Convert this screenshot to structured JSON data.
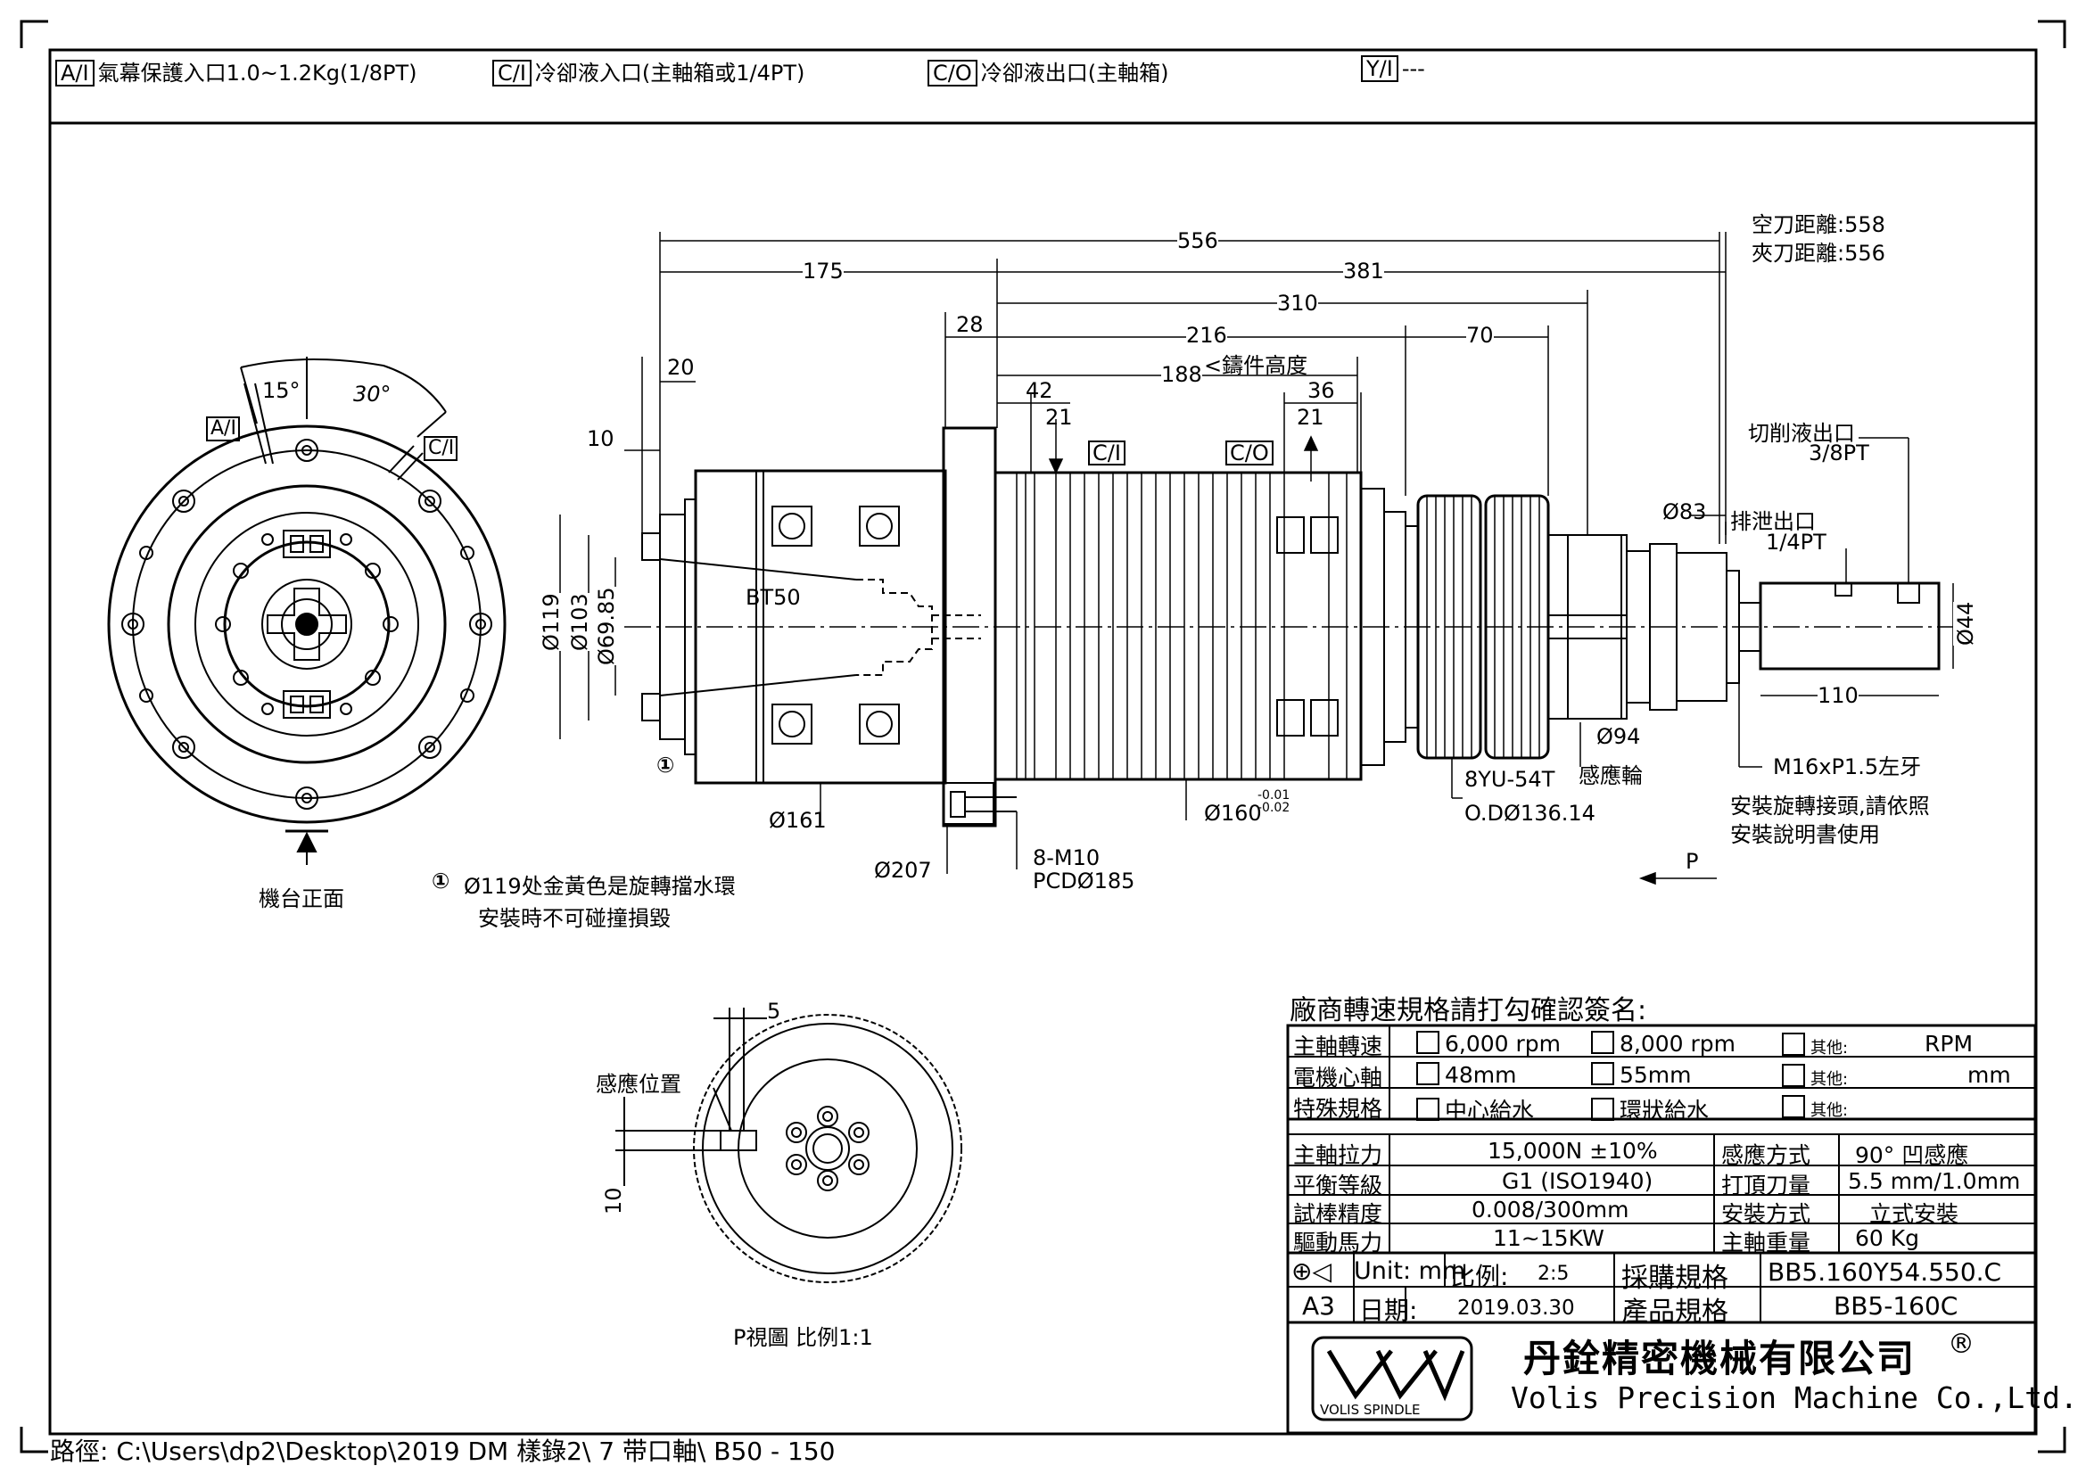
{
  "legend": [
    {
      "code": "A/I",
      "text": "氣幕保護入口1.0~1.2Kg(1/8PT)"
    },
    {
      "code": "C/I",
      "text": "冷卻液入口(主軸箱或1/4PT)"
    },
    {
      "code": "C/O",
      "text": "冷卻液出口(主軸箱)"
    },
    {
      "code": "Y/I",
      "text": "---"
    }
  ],
  "notes": {
    "empty_tool": "空刀距離:558",
    "clamp_tool": "夾刀距離:556",
    "cut_outlet_l1": "切削液出口",
    "cut_outlet_l2": "3/8PT",
    "drain_l1": "排泄出口",
    "drain_l2": "1/4PT",
    "casting_height": "<鑄件高度",
    "bt": "BT50",
    "m16": "M16xP1.5左牙",
    "install_l1": "安裝旋轉接頭,請依照",
    "install_l2": "安裝說明書使用",
    "pulley": "8YU-54T",
    "od": "O.DØ136.14",
    "sensor_wheel": "感應輪",
    "m10": "8-M10",
    "pcd": "PCDØ185",
    "front": "機台正面",
    "note1_l1": "Ø119处金黃色是旋轉擋水環",
    "note1_l2": "安裝時不可碰撞損毀",
    "sense_pos": "感應位置",
    "p_view": "P視圖 比例1:1",
    "p": "P",
    "circled_one": "①"
  },
  "dims": {
    "d556": "556",
    "d175": "175",
    "d381": "381",
    "d310": "310",
    "d28": "28",
    "d216": "216",
    "d70": "70",
    "d188": "188",
    "d20": "20",
    "d42": "42",
    "d36": "36",
    "d21a": "21",
    "d21b": "21",
    "d10": "10",
    "d83": "Ø83",
    "d119": "Ø119",
    "d103": "Ø103",
    "d6985": "Ø69.85",
    "d44": "Ø44",
    "d110": "110",
    "d94": "Ø94",
    "d161": "Ø161",
    "d160": "Ø160",
    "d160tol1": "-0.01",
    "d160tol2": "-0.02",
    "d207": "Ø207",
    "a15": "15°",
    "a30": "30°",
    "d5": "5",
    "d10b": "10",
    "lbl_ai": "A/I",
    "lbl_ci": "C/I",
    "lbl_ci2": "C/I",
    "lbl_co": "C/O"
  },
  "table": {
    "title": "廠商轉速規格請打勾確認簽名:",
    "rows1": [
      {
        "label": "主軸轉速",
        "opt1": "6,000 rpm",
        "opt2": "8,000 rpm",
        "other": "其他:",
        "unit": "RPM"
      },
      {
        "label": "電機心軸",
        "opt1": "48mm",
        "opt2": "55mm",
        "other": "其他:",
        "unit": "mm"
      },
      {
        "label": "特殊規格",
        "opt1": "中心給水",
        "opt2": "環狀給水",
        "other": "其他:",
        "unit": ""
      }
    ],
    "rows2": [
      {
        "l1": "主軸拉力",
        "v1": "15,000N ±10%",
        "l2": "感應方式",
        "v2": "90° 凹感應"
      },
      {
        "l1": "平衡等級",
        "v1": "G1  (ISO1940)",
        "l2": "打頂刀量",
        "v2": "5.5 mm/1.0mm"
      },
      {
        "l1": "試棒精度",
        "v1": "0.008/300mm",
        "l2": "安裝方式",
        "v2": "立式安裝"
      },
      {
        "l1": "驅動馬力",
        "v1": "11~15KW",
        "l2": "主軸重量",
        "v2": "60 Kg"
      }
    ],
    "unit_label": "Unit:  mm",
    "scale_label": "比例:",
    "scale_val": "2:5",
    "purchase_label": "採購規格",
    "purchase_val": "BB5.160Y54.550.C",
    "sheet": "A3",
    "date_label": "日期:",
    "date_val": "2019.03.30",
    "product_label": "產品規格",
    "product_val": "BB5-160C",
    "company_cn": "丹銓精密機械有限公司",
    "company_en": "Volis Precision Machine Co.,Ltd.",
    "logo_text": "VOLIS SPINDLE",
    "registered": "®"
  },
  "path_text": "路徑: C:\\Users\\dp2\\Desktop\\2019 DM 樣錄2\\ 7 带口軸\\ B50 - 150"
}
